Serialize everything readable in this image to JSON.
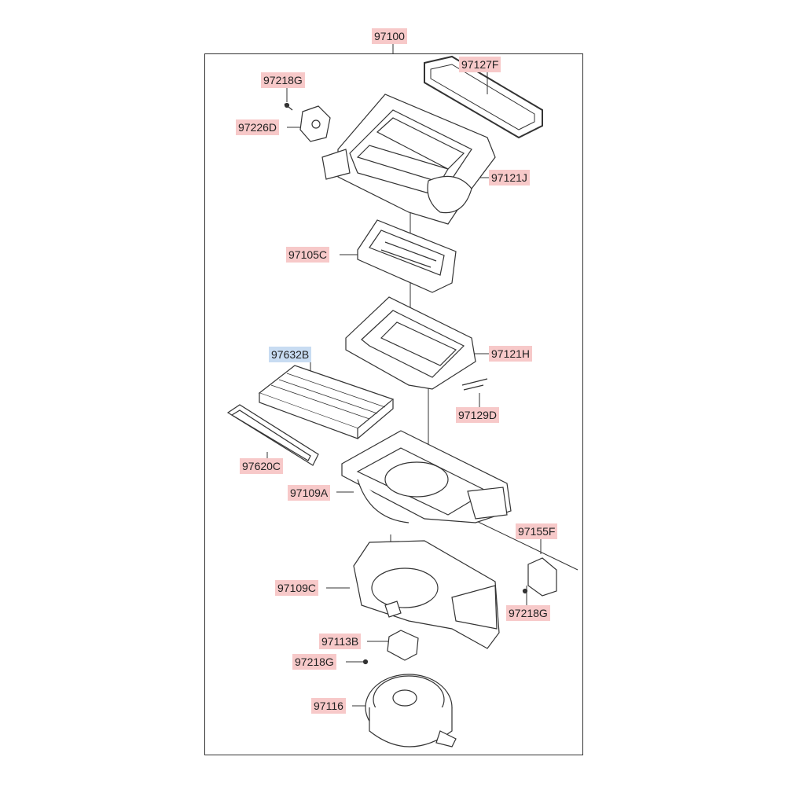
{
  "assembly_label": "97100",
  "parts": [
    {
      "id": "p1",
      "number": "97127F"
    },
    {
      "id": "p2",
      "number": "97218G"
    },
    {
      "id": "p3",
      "number": "97226D"
    },
    {
      "id": "p4",
      "number": "97121J"
    },
    {
      "id": "p5",
      "number": "97105C"
    },
    {
      "id": "p6",
      "number": "97121H"
    },
    {
      "id": "p7",
      "number": "97632B",
      "highlight": "blue"
    },
    {
      "id": "p8",
      "number": "97129D"
    },
    {
      "id": "p9",
      "number": "97620C"
    },
    {
      "id": "p10",
      "number": "97109A"
    },
    {
      "id": "p11",
      "number": "97155F"
    },
    {
      "id": "p12",
      "number": "97109C"
    },
    {
      "id": "p13",
      "number": "97218G"
    },
    {
      "id": "p14",
      "number": "97113B"
    },
    {
      "id": "p15",
      "number": "97218G"
    },
    {
      "id": "p16",
      "number": "97116"
    }
  ],
  "colors": {
    "label_bg": "#f7c9c9",
    "label_bg_highlight": "#c8dcf2",
    "line": "#333333"
  }
}
